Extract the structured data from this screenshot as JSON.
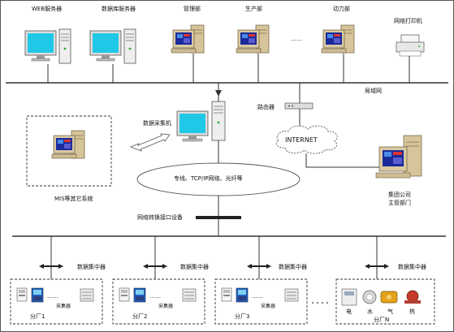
{
  "top": {
    "web_server": "WEB服务器",
    "db_server": "数据库服务器",
    "management": "管理部",
    "production": "生产部",
    "ellipsis": "……",
    "power": "动力部",
    "printer": "网络打印机",
    "lan": "局域网"
  },
  "middle": {
    "collector": "数据采集机",
    "router": "路由器",
    "internet": "INTERNET",
    "network_cloud": "专线、TCP/IP网络、光纤等",
    "mis": "MIS等其它系统",
    "hq_line1": "集团公司",
    "hq_line2": "主管部门",
    "converter": "网络转换接口设备"
  },
  "bottom": {
    "concentrator": "数据集中器",
    "collector_small": "采集器",
    "ellipsis": "……",
    "factories": [
      "分厂1",
      "分厂2",
      "分厂3",
      "分厂N"
    ],
    "meters": {
      "electric": "电",
      "water": "水",
      "gas": "气",
      "heat": "热"
    }
  },
  "colors": {
    "screen": "#1fc8e6",
    "screen_dark": "#1a2a9a",
    "case": "#e8e4d8",
    "crt": "#d9c9a3",
    "line": "#333333"
  }
}
